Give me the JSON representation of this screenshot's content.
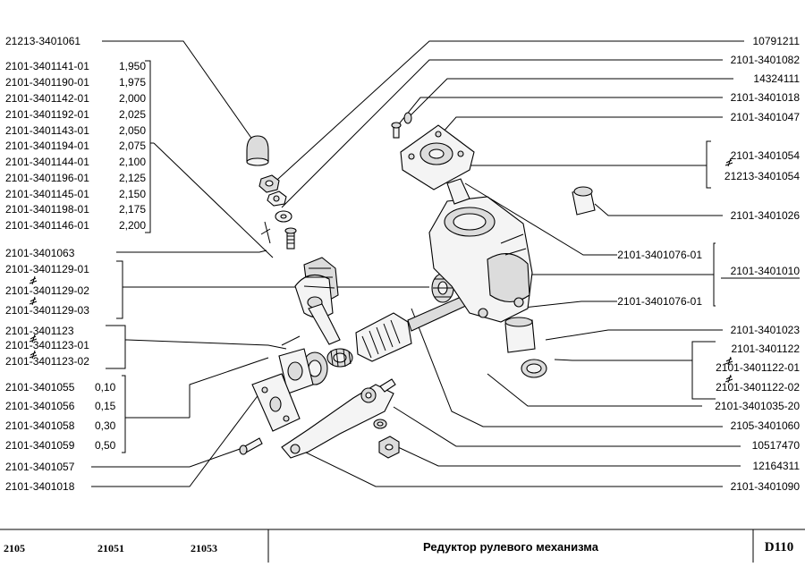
{
  "left_labels": {
    "p1": "21213-3401061",
    "group1": [
      {
        "code": "2101-3401141-01",
        "val": "1,950"
      },
      {
        "code": "2101-3401190-01",
        "val": "1,975"
      },
      {
        "code": "2101-3401142-01",
        "val": "2,000"
      },
      {
        "code": "2101-3401192-01",
        "val": "2,025"
      },
      {
        "code": "2101-3401143-01",
        "val": "2,050"
      },
      {
        "code": "2101-3401194-01",
        "val": "2,075"
      },
      {
        "code": "2101-3401144-01",
        "val": "2,100"
      },
      {
        "code": "2101-3401196-01",
        "val": "2,125"
      },
      {
        "code": "2101-3401145-01",
        "val": "2,150"
      },
      {
        "code": "2101-3401198-01",
        "val": "2,175"
      },
      {
        "code": "2101-3401146-01",
        "val": "2,200"
      }
    ],
    "p3": "2101-3401063",
    "group2": [
      "2101-3401129-01",
      "2101-3401129-02",
      "2101-3401129-03"
    ],
    "group3": [
      "2101-3401123",
      "2101-3401123-01",
      "2101-3401123-02"
    ],
    "group4": [
      {
        "code": "2101-3401055",
        "val": "0,10"
      },
      {
        "code": "2101-3401056",
        "val": "0,15"
      },
      {
        "code": "2101-3401058",
        "val": "0,30"
      },
      {
        "code": "2101-3401059",
        "val": "0,50"
      }
    ],
    "p7": "2101-3401057",
    "p8": "2101-3401018"
  },
  "right_labels": {
    "r1": "10791211",
    "r2": "2101-3401082",
    "r3": "14324111",
    "r4": "2101-3401018",
    "r5": "2101-3401047",
    "r6": [
      "2101-3401054",
      "21213-3401054"
    ],
    "r7": "2101-3401026",
    "r8": "2101-3401076-01",
    "r9": "2101-3401010",
    "r10": "2101-3401076-01",
    "r11": "2101-3401023",
    "r12": [
      "2101-3401122",
      "2101-3401122-01",
      "2101-3401122-02"
    ],
    "r13": "2101-3401035-20",
    "r14": "2105-3401060",
    "r15": "10517470",
    "r16": "12164311",
    "r17": "2101-3401090"
  },
  "footer": {
    "models": [
      "2105",
      "21051",
      "21053"
    ],
    "title": "Редуктор рулевого механизма",
    "code": "D110"
  }
}
